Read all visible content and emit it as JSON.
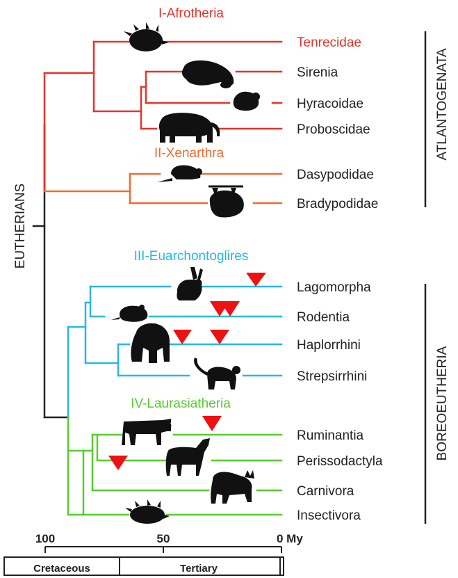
{
  "colors": {
    "afrotheria": "#e8322a",
    "xenarthra": "#f26a2f",
    "euarchontoglires": "#29b6e6",
    "laurasiatheria": "#55cc2e",
    "root": "#222222",
    "marker": "#ee1111"
  },
  "clades": {
    "afrotheria": "I-Afrotheria",
    "xenarthra": "II-Xenarthra",
    "euarchontoglires": "III-Euarchontoglires",
    "laurasiatheria": "IV-Laurasiatheria"
  },
  "taxa": {
    "tenrecidae": "Tenrecidae",
    "sirenia": "Sirenia",
    "hyracoidae": "Hyracoidae",
    "proboscidae": "Proboscidae",
    "dasypodidae": "Dasypodidae",
    "bradypodidae": "Bradypodidae",
    "lagomorpha": "Lagomorpha",
    "rodentia": "Rodentia",
    "haplorrhini": "Haplorrhini",
    "strepsirrhini": "Strepsirrhini",
    "ruminantia": "Ruminantia",
    "perissodactyla": "Perissodactyla",
    "carnivora": "Carnivora",
    "insectivora": "Insectivora"
  },
  "groups": {
    "root": "EUTHERIANS",
    "atlantogenata": "ATLANTOGENATA",
    "boreoeutheria": "BOREOEUTHERIA"
  },
  "axis": {
    "ticks": [
      "100",
      "50",
      "0 My"
    ],
    "periods": [
      "Cretaceous",
      "Tertiary"
    ]
  },
  "icons": [
    "hedgehog-tenrec-icon",
    "manatee-icon",
    "hyrax-icon",
    "elephant-icon",
    "armadillo-icon",
    "sloth-icon",
    "rabbit-icon",
    "mouse-icon",
    "gorilla-icon",
    "monkey-icon",
    "cow-icon",
    "horse-icon",
    "cat-icon",
    "hedgehog-icon",
    "red-triangle-marker-icon"
  ]
}
